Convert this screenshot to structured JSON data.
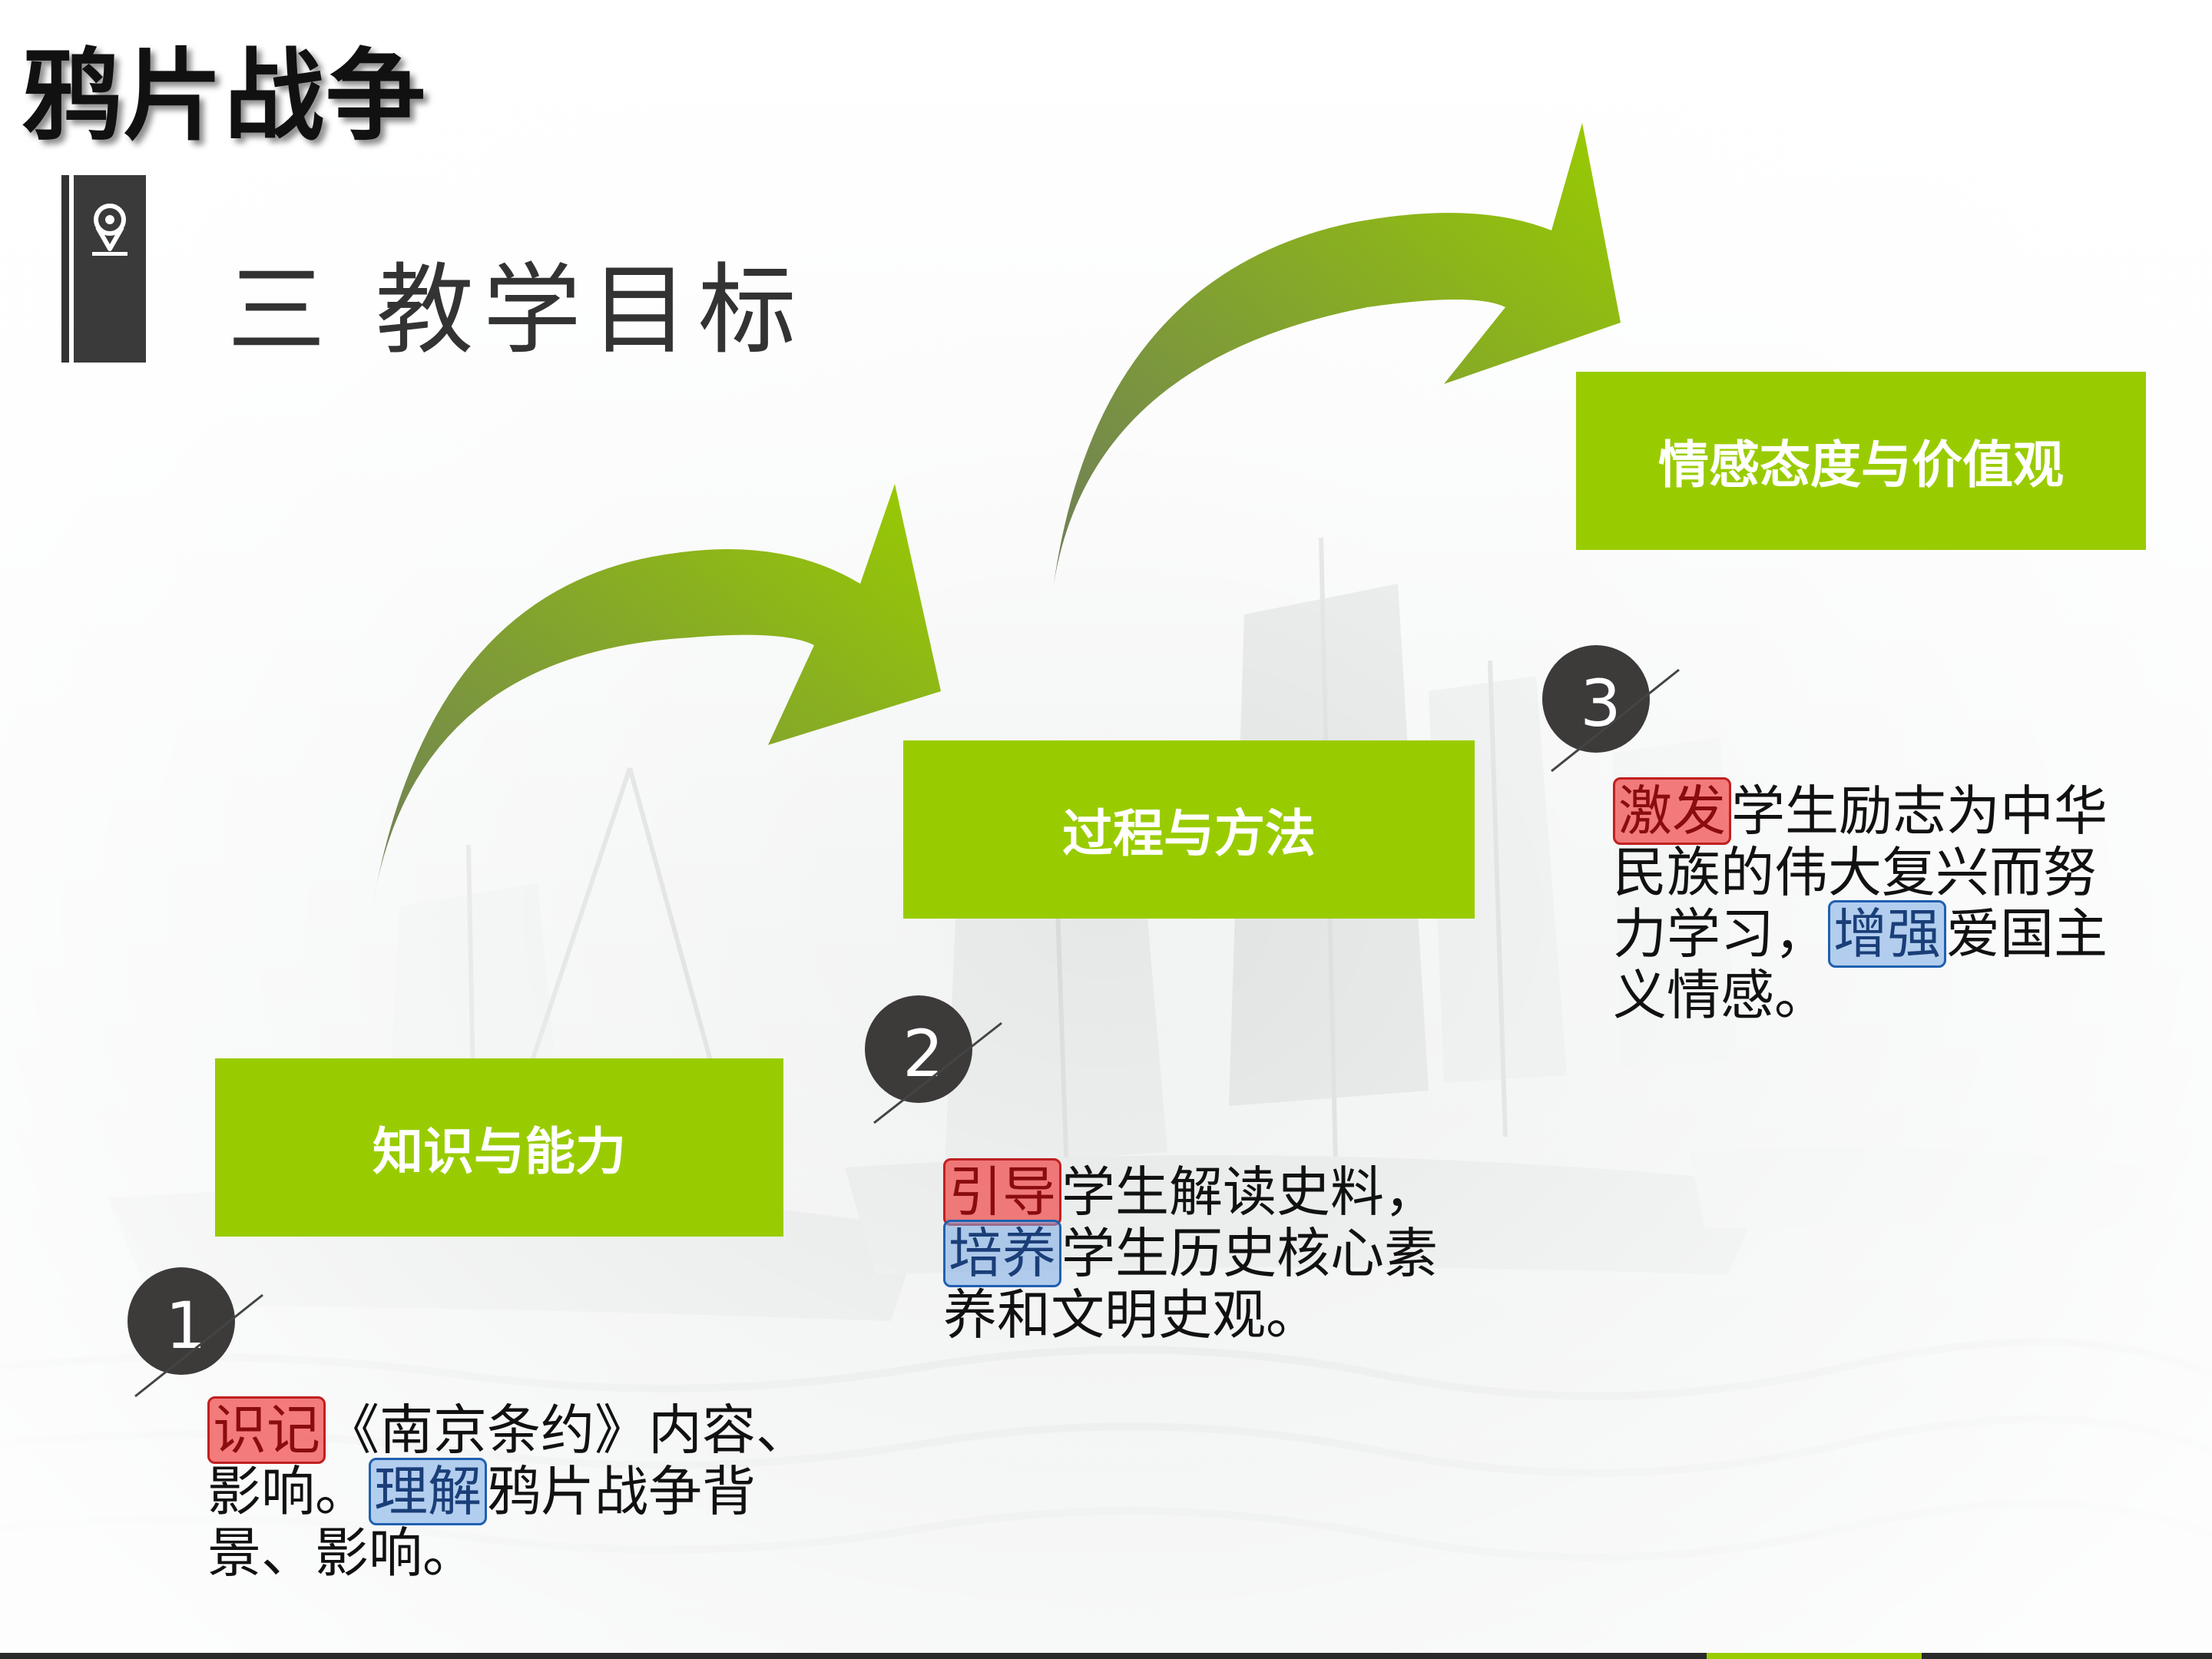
{
  "slide": {
    "title": "鸦片战争",
    "section": "三  教学目标",
    "marker_icon": "location-pin-icon"
  },
  "goals": [
    {
      "number": "1",
      "box_label": "知识与能力",
      "lines": [
        {
          "parts": [
            {
              "text": "识记",
              "hl": "red"
            },
            {
              "text": "《南京条约》内容、",
              "hl": ""
            }
          ]
        },
        {
          "parts": [
            {
              "text": "影响。",
              "hl": ""
            },
            {
              "text": "理解",
              "hl": "blue"
            },
            {
              "text": "鸦片战争背",
              "hl": ""
            }
          ]
        },
        {
          "parts": [
            {
              "text": "景、影响。",
              "hl": ""
            }
          ]
        }
      ]
    },
    {
      "number": "2",
      "box_label": "过程与方法",
      "lines": [
        {
          "parts": [
            {
              "text": "引导",
              "hl": "red"
            },
            {
              "text": "学生解读史料，",
              "hl": ""
            }
          ]
        },
        {
          "parts": [
            {
              "text": "培养",
              "hl": "blue"
            },
            {
              "text": "学生历史核心素",
              "hl": ""
            }
          ]
        },
        {
          "parts": [
            {
              "text": "养和文明史观。",
              "hl": ""
            }
          ]
        }
      ]
    },
    {
      "number": "3",
      "box_label": "情感态度与价值观",
      "lines": [
        {
          "parts": [
            {
              "text": "激发",
              "hl": "red"
            },
            {
              "text": "学生励志为中华",
              "hl": ""
            }
          ]
        },
        {
          "parts": [
            {
              "text": "民族的伟大复兴而努",
              "hl": ""
            }
          ]
        },
        {
          "parts": [
            {
              "text": "力学习，",
              "hl": ""
            },
            {
              "text": "增强",
              "hl": "blue"
            },
            {
              "text": "爱国主",
              "hl": ""
            }
          ]
        },
        {
          "parts": [
            {
              "text": "义情感。",
              "hl": ""
            }
          ]
        }
      ]
    }
  ],
  "colors": {
    "accent_green": "#99cc00",
    "arrow_dark": "#6b7a52",
    "circle_dark": "#3d3a3a",
    "highlight_red": "#f05050",
    "highlight_blue": "#78aae6"
  }
}
